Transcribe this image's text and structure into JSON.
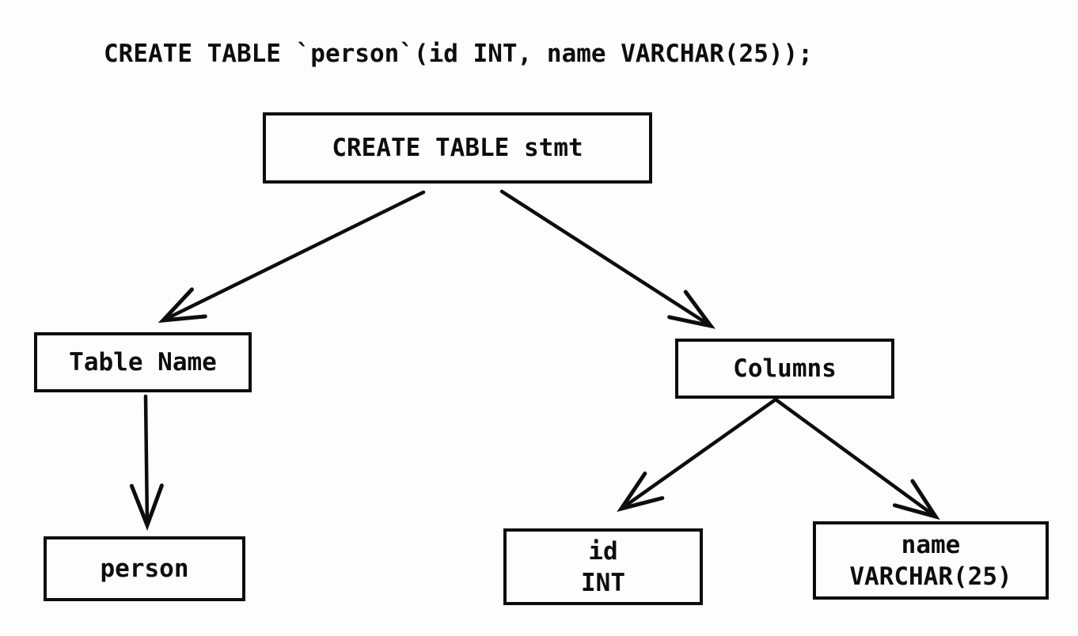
{
  "sql_statement": "CREATE TABLE `person`(id INT, name VARCHAR(25));",
  "colors": {
    "line": "#0d0d0d",
    "background": "#fdfdfd"
  },
  "tree": {
    "root": {
      "label": "CREATE TABLE stmt"
    },
    "table_name": {
      "label": "Table Name"
    },
    "columns": {
      "label": "Columns"
    },
    "person": {
      "label": "person"
    },
    "id_column": {
      "line1": "id",
      "line2": "INT"
    },
    "name_column": {
      "line1": "name",
      "line2": "VARCHAR(25)"
    },
    "edges": [
      {
        "from": "CREATE TABLE stmt",
        "to": "Table Name"
      },
      {
        "from": "CREATE TABLE stmt",
        "to": "Columns"
      },
      {
        "from": "Table Name",
        "to": "person"
      },
      {
        "from": "Columns",
        "to": "id INT"
      },
      {
        "from": "Columns",
        "to": "name VARCHAR(25)"
      }
    ]
  }
}
